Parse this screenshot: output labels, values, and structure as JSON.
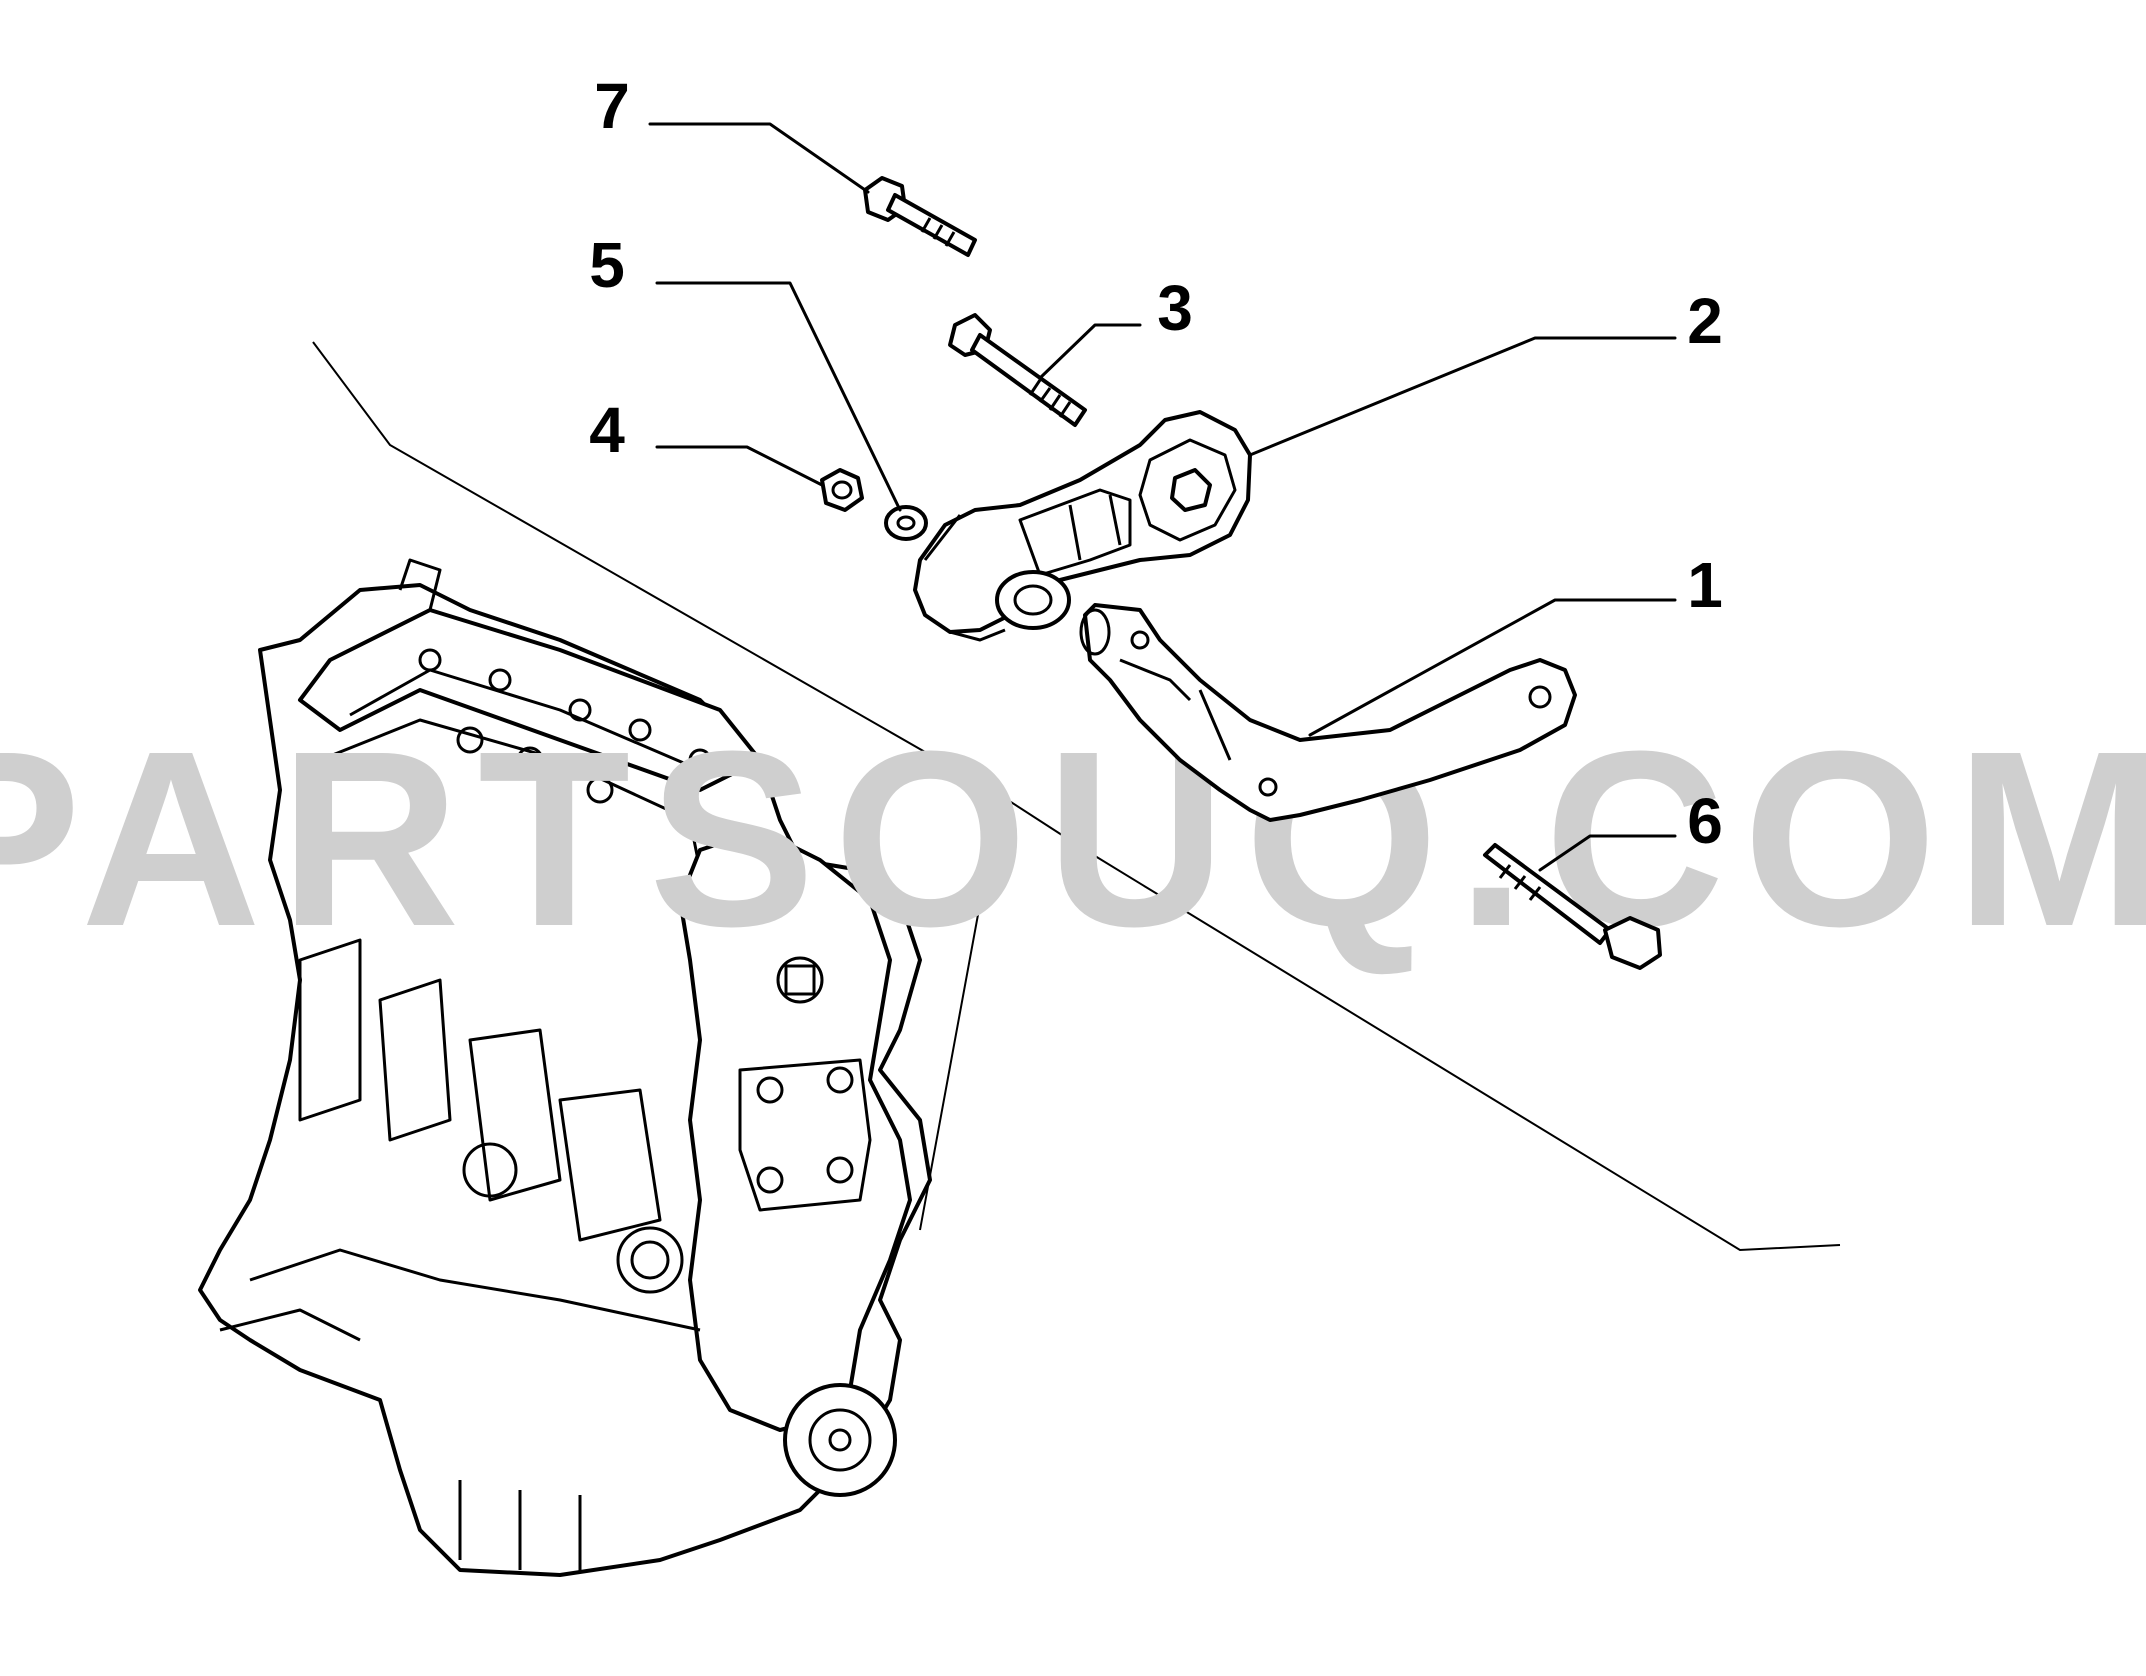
{
  "watermark": "PARTSOUQ.COM",
  "callouts": [
    {
      "number": "1",
      "part": "bracket"
    },
    {
      "number": "2",
      "part": "engine-mount"
    },
    {
      "number": "3",
      "part": "bolt"
    },
    {
      "number": "4",
      "part": "nut"
    },
    {
      "number": "5",
      "part": "washer"
    },
    {
      "number": "6",
      "part": "bolt"
    },
    {
      "number": "7",
      "part": "bolt"
    }
  ]
}
